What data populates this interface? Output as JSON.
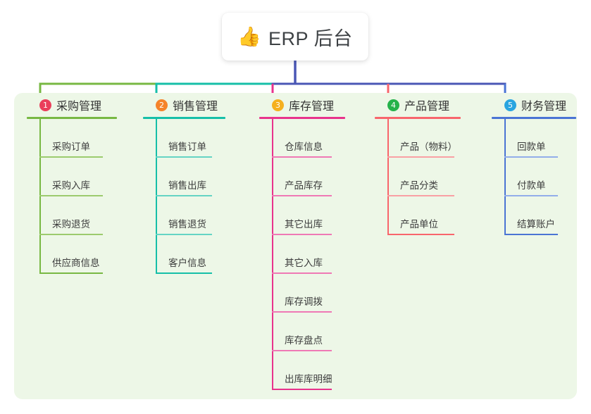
{
  "root": {
    "icon": "thumbs-up-icon",
    "icon_glyph": "👍",
    "title": "ERP 后台"
  },
  "theme": {
    "panel_background": "#edf7e7",
    "card_background": "#ffffff",
    "text": "#3a3a3a"
  },
  "chart_data": {
    "type": "diagram",
    "title": "ERP 后台",
    "layout": "mindmap-tree",
    "root": "ERP 后台",
    "branch_count": 5
  },
  "branches": [
    {
      "index": "1",
      "title": "采购管理",
      "color": "#78b843",
      "badge_color": "#ea3f5b",
      "leaf_underline_color": "#9ccb6e",
      "items": [
        {
          "label": "采购订单"
        },
        {
          "label": "采购入库"
        },
        {
          "label": "采购退货"
        },
        {
          "label": "供应商信息"
        }
      ]
    },
    {
      "index": "2",
      "title": "销售管理",
      "color": "#16bfa8",
      "badge_color": "#f5832a",
      "leaf_underline_color": "#65d4c4",
      "items": [
        {
          "label": "销售订单"
        },
        {
          "label": "销售出库"
        },
        {
          "label": "销售退货"
        },
        {
          "label": "客户信息"
        }
      ]
    },
    {
      "index": "3",
      "title": "库存管理",
      "color": "#e8338c",
      "badge_color": "#f5b01e",
      "leaf_underline_color": "#ef79b5",
      "items": [
        {
          "label": "仓库信息"
        },
        {
          "label": "产品库存"
        },
        {
          "label": "其它出库"
        },
        {
          "label": "其它入库"
        },
        {
          "label": "库存调拨"
        },
        {
          "label": "库存盘点"
        },
        {
          "label": "出库库明细"
        }
      ]
    },
    {
      "index": "4",
      "title": "产品管理",
      "color": "#f8656c",
      "badge_color": "#25b24b",
      "leaf_underline_color": "#f9a0a4",
      "items": [
        {
          "label": "产品（物料）"
        },
        {
          "label": "产品分类"
        },
        {
          "label": "产品单位"
        }
      ]
    },
    {
      "index": "5",
      "title": "财务管理",
      "color": "#4a74d4",
      "badge_color": "#29a5e0",
      "leaf_underline_color": "#92adea",
      "items": [
        {
          "label": "回款单"
        },
        {
          "label": "付款单"
        },
        {
          "label": "结算账户"
        }
      ]
    }
  ],
  "connector": {
    "trunk_color": "#4a57b5",
    "segment_colors": [
      "#78b843",
      "#16bfa8",
      "#4a57b5",
      "#4a57b5"
    ]
  }
}
